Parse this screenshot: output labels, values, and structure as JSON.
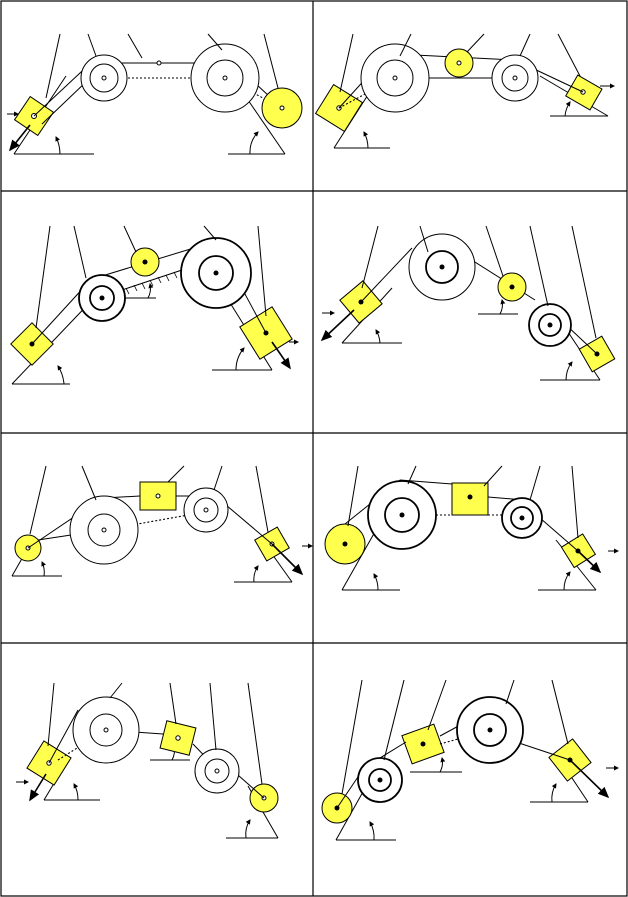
{
  "sheet": {
    "panel_count": 8,
    "colors": {
      "body_fill": "#ffff4d",
      "line": "#000000",
      "background": "#ffffff"
    },
    "panels": [
      {
        "id": 1,
        "bodies": [
          "block",
          "pulley",
          "link",
          "pulley",
          "disk"
        ]
      },
      {
        "id": 2,
        "bodies": [
          "block",
          "pulley",
          "disk",
          "pulley",
          "block"
        ]
      },
      {
        "id": 3,
        "bodies": [
          "block",
          "pulley",
          "disk",
          "pulley",
          "block"
        ]
      },
      {
        "id": 4,
        "bodies": [
          "block",
          "pulley",
          "disk",
          "pulley",
          "block"
        ]
      },
      {
        "id": 5,
        "bodies": [
          "disk",
          "pulley",
          "block",
          "pulley",
          "block"
        ]
      },
      {
        "id": 6,
        "bodies": [
          "disk",
          "pulley",
          "block",
          "pulley",
          "block"
        ]
      },
      {
        "id": 7,
        "bodies": [
          "block",
          "pulley",
          "block",
          "pulley",
          "disk"
        ]
      },
      {
        "id": 8,
        "bodies": [
          "disk",
          "pulley",
          "block",
          "pulley",
          "block"
        ]
      }
    ]
  }
}
